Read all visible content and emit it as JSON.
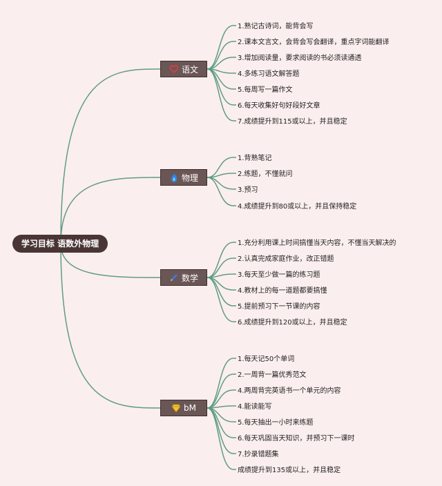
{
  "root": {
    "label": "学习目标 语数外物理"
  },
  "subjects": [
    {
      "label": "语文",
      "icon": "heart-icon",
      "items": [
        "1.熟记古诗词，能背会写",
        "2.课本文言文，会背会写会翻译，重点字词能翻译",
        "3.增加阅读量，要求阅读的书必须读通透",
        "4.多练习语文解答题",
        "5.每周写一篇作文",
        "6.每天收集好句好段好文章",
        "7.成绩提升到115或以上，并且稳定"
      ]
    },
    {
      "label": "物理",
      "icon": "flame-icon",
      "items": [
        "1.背熟笔记",
        "2.练题，不懂就问",
        "3.预习",
        "4.成绩提升到80或以上，并且保持稳定"
      ]
    },
    {
      "label": "数学",
      "icon": "pencil-icon",
      "items": [
        "1.充分利用课上时间搞懂当天内容，不懂当天解决的",
        "2.认真完成家庭作业，改正错题",
        "3.每天至少做一篇的练习题",
        "4.教材上的每一道题都要搞懂",
        "5.提前预习下一节课的内容",
        "6.成绩提升到120或以上，并且稳定"
      ]
    },
    {
      "label": "bM",
      "icon": "diamond-icon",
      "items": [
        "1.每天记50个单词",
        "2.一周背一篇优秀范文",
        "4.两周背完英语书一个单元的内容",
        "4.能读能写",
        "5.每天抽出一小时来练题",
        "6.每天巩固当天知识，并预习下一课时",
        "7.抄录错题集",
        "成绩提升到135或以上，并且稳定"
      ]
    }
  ]
}
